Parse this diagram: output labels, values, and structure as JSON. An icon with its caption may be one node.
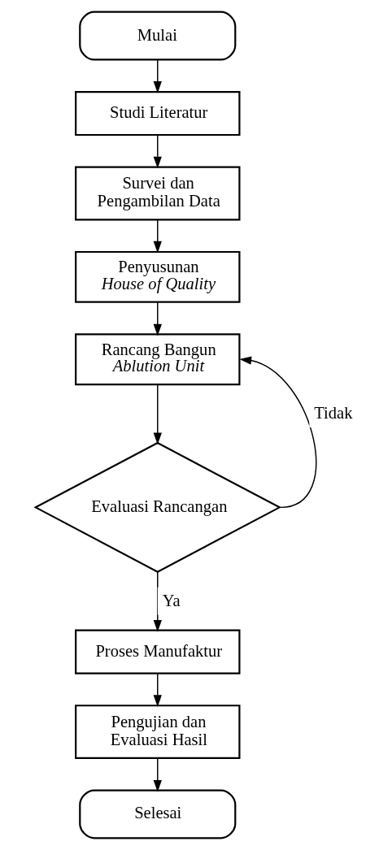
{
  "diagram": {
    "nodes": [
      {
        "text": [
          "Mulai"
        ]
      },
      {
        "text": [
          "Studi Literatur"
        ]
      },
      {
        "text": [
          "Survei dan Pengambilan Data"
        ]
      },
      {
        "text": [
          "Penyusunan *House of Quality*"
        ]
      },
      {
        "text": [
          "Rancang Bangun *Ablution Unit*"
        ]
      },
      {
        "text": [
          "Evaluasi Rancangan"
        ]
      },
      {
        "text": [
          "Proses Manufaktur"
        ]
      },
      {
        "text": [
          "Pengujian dan Evaluasi Hasil"
        ]
      },
      {
        "text": [
          "Selesai"
        ]
      }
    ],
    "edges": [
      {
        "from": 0,
        "to": 1,
        "arrow": "to"
      },
      {
        "from": 1,
        "to": 2,
        "arrow": "to"
      },
      {
        "from": 2,
        "to": 3,
        "arrow": "to"
      },
      {
        "from": 3,
        "to": 4,
        "arrow": "to"
      },
      {
        "from": 4,
        "to": 5,
        "arrow": "to"
      },
      {
        "from": 5,
        "to": 4,
        "arrow": "to",
        "label": "Tidak"
      },
      {
        "from": 5,
        "to": 6,
        "arrow": "to",
        "label": "Ya"
      },
      {
        "from": 6,
        "to": 7,
        "arrow": "to"
      },
      {
        "from": 7,
        "to": 8,
        "arrow": "to"
      }
    ]
  }
}
